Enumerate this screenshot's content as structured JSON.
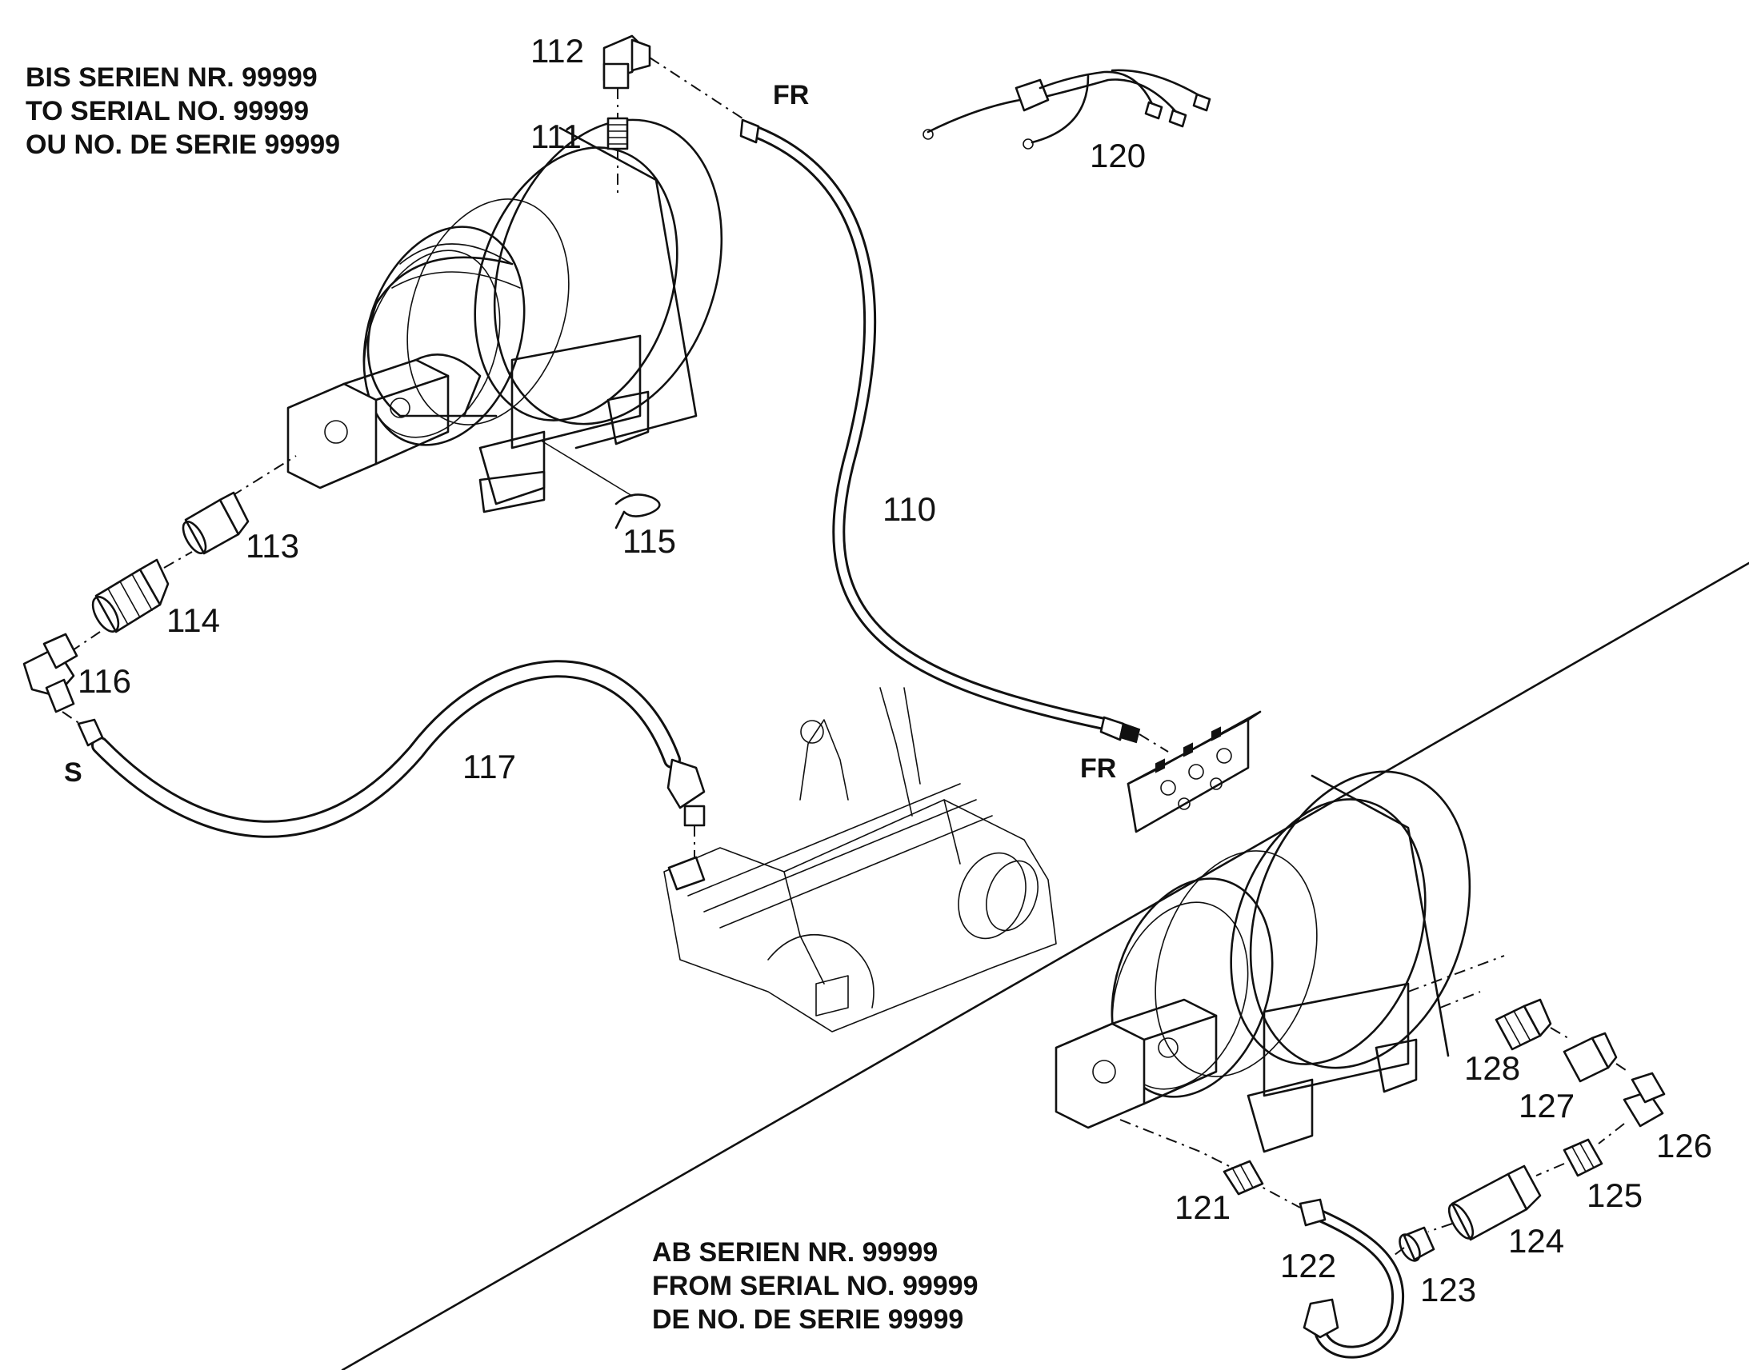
{
  "notes": {
    "before_serial": [
      "BIS SERIEN NR. 99999",
      "TO SERIAL NO. 99999",
      "OU NO. DE SERIE 99999"
    ],
    "from_serial": [
      "AB SERIEN NR. 99999",
      "FROM SERIAL NO. 99999",
      "DE NO. DE SERIE 99999"
    ]
  },
  "port_labels": {
    "fr_top": "FR",
    "fr_bottom": "FR",
    "s": "S"
  },
  "parts": {
    "p110": "110",
    "p111": "111",
    "p112": "112",
    "p113": "113",
    "p114": "114",
    "p115": "115",
    "p116": "116",
    "p117": "117",
    "p120": "120",
    "p121": "121",
    "p122": "122",
    "p123": "123",
    "p124": "124",
    "p125": "125",
    "p126": "126",
    "p127": "127",
    "p128": "128"
  }
}
